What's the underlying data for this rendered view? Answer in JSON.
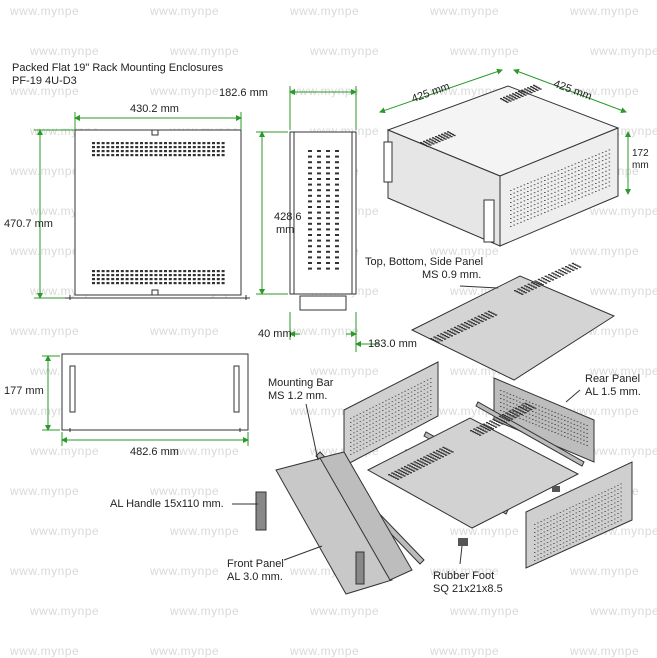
{
  "title_line1": "Packed Flat 19\" Rack Mounting Enclosures",
  "title_line2": "PF-19 4U-D3",
  "watermark": "www.mynpe",
  "dimensions": {
    "front_width": "430.2 mm",
    "front_height": "470.7 mm",
    "side_depth_top": "182.6 mm",
    "side_height": "428.6",
    "side_height_unit": "mm",
    "bottom_40": "40 mm",
    "depth_183": "183.0 mm",
    "bottom_height": "177 mm",
    "bottom_width": "482.6 mm",
    "iso_w1": "425 mm",
    "iso_w2": "425 mm",
    "iso_h": "172 mm"
  },
  "labels": {
    "top_panel_1": "Top, Bottom, Side Panel",
    "top_panel_2": "MS 0.9 mm.",
    "mount_bar_1": "Mounting Bar",
    "mount_bar_2": "MS 1.2 mm.",
    "rear_panel_1": "Rear Panel",
    "rear_panel_2": "AL 1.5 mm.",
    "handle": "AL Handle 15x110 mm.",
    "front_panel_1": "Front Panel",
    "front_panel_2": "AL 3.0 mm.",
    "rubber_1": "Rubber Foot",
    "rubber_2": "SQ 21x21x8.5"
  },
  "colors": {
    "dim_line": "#2a9a2a",
    "outline": "#333333",
    "panel_fill": "#d4d4d4",
    "slot_fill": "#333333"
  }
}
